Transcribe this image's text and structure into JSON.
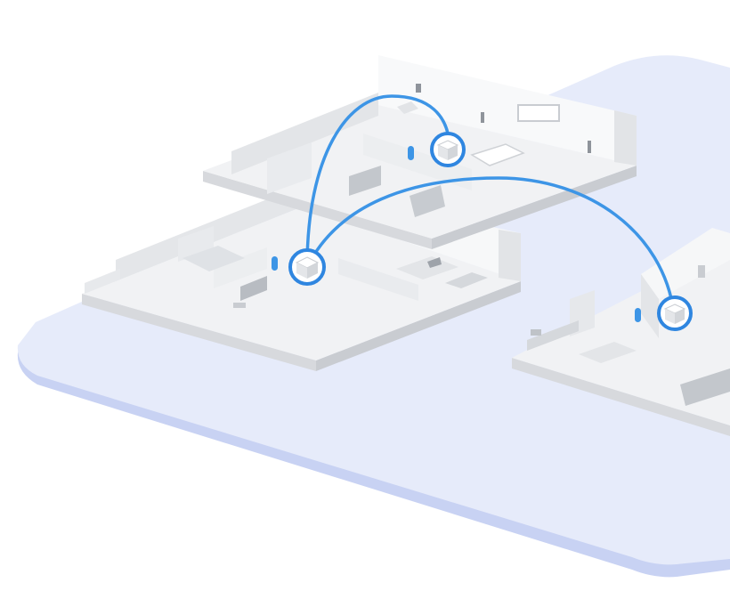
{
  "diagram": {
    "ground_color": "#e6ebfa",
    "ground_edge_color": "#c8d2f3",
    "link_color": "#3d95e6",
    "node_ring_color": "#2f86e0",
    "node_fill": "#f4f6fa",
    "accent_device_color": "#3d95e6",
    "nodes": [
      {
        "id": "node-upper-floor",
        "icon": "mesh-router-cube-icon"
      },
      {
        "id": "node-middle-floor",
        "icon": "mesh-router-cube-icon"
      },
      {
        "id": "node-ground-floor",
        "icon": "mesh-router-cube-icon"
      }
    ],
    "links": [
      {
        "from": "node-middle-floor",
        "to": "node-upper-floor"
      },
      {
        "from": "node-middle-floor",
        "to": "node-ground-floor"
      }
    ]
  }
}
